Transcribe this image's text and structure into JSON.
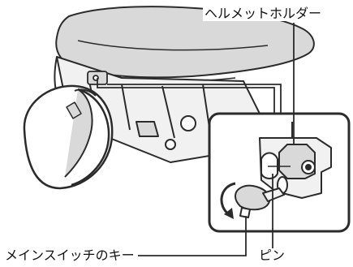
{
  "labels": {
    "helmet_holder": "ヘルメットホルダー",
    "main_switch_key": "メインスイッチのキー",
    "pin": "ピン"
  },
  "colors": {
    "background": "#ffffff",
    "line_art": "#2b2b2b",
    "gray_fill": "#d9d9d9",
    "light_fill": "#f1f1f1",
    "callout_bg": "#ffffff"
  }
}
